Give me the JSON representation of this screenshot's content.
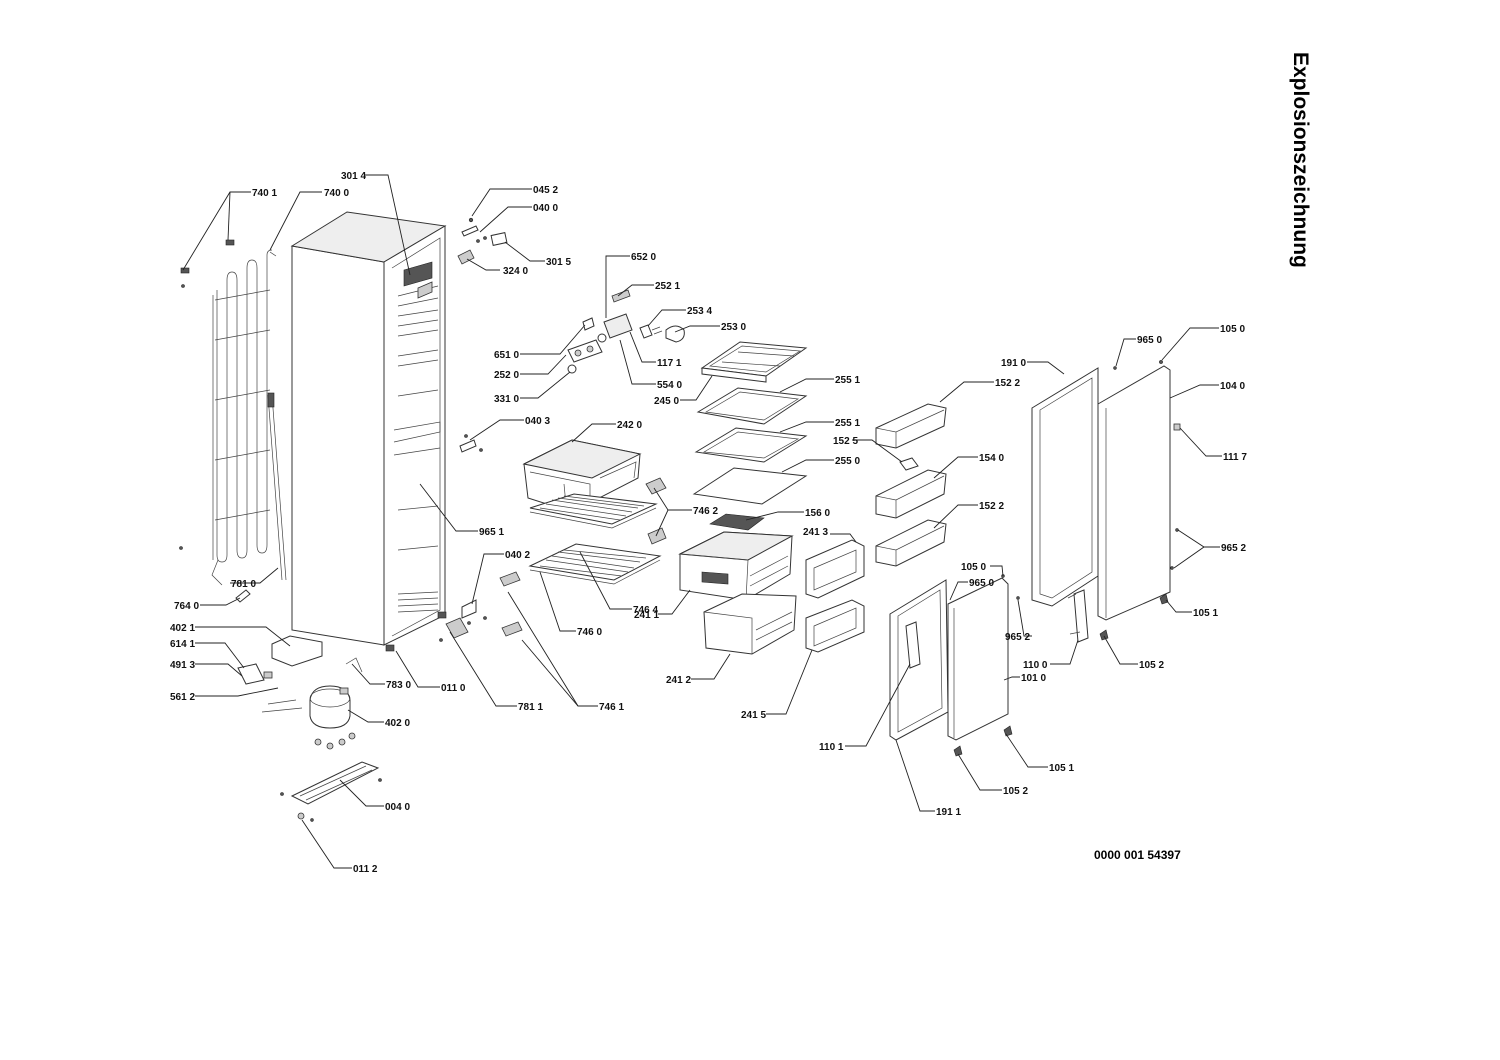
{
  "title": "Explosionszeichnung",
  "document_number": "0000 001 54397",
  "labels": {
    "l7401": "740 1",
    "l7400": "740 0",
    "l3014": "301 4",
    "l0452": "045 2",
    "l0400": "040 0",
    "l3240": "324 0",
    "l3015": "301 5",
    "l6520": "652 0",
    "l2521": "252 1",
    "l2534": "253 4",
    "l2530": "253 0",
    "l6510": "651 0",
    "l1171": "117 1",
    "l2520": "252 0",
    "l5540": "554 0",
    "l3310": "331 0",
    "l2450": "245 0",
    "l2551a": "255 1",
    "l2551b": "255 1",
    "l0403": "040 3",
    "l2420": "242 0",
    "l2550": "255 0",
    "l7462": "746 2",
    "l1560": "156 0",
    "l2413": "241 3",
    "l9651": "965 1",
    "l0402": "040 2",
    "l7464": "746 4",
    "l7460": "746 0",
    "l2411": "241 1",
    "l7810": "781 0",
    "l7640": "764 0",
    "l4021": "402 1",
    "l6141": "614 1",
    "l4913": "491 3",
    "l5612": "561 2",
    "l7830": "783 0",
    "l0110": "011 0",
    "l4020": "402 0",
    "l7811": "781 1",
    "l7461": "746 1",
    "l2412": "241 2",
    "l2415": "241 5",
    "l0040": "004 0",
    "l0112": "011 2",
    "l1522a": "152 2",
    "l1525": "152 5",
    "l1540": "154 0",
    "l1522b": "152 2",
    "l1910": "191 0",
    "l9650a": "965 0",
    "l1050a": "105 0",
    "l1040": "104 0",
    "l1117": "111 7",
    "l9652a": "965 2",
    "l1051a": "105 1",
    "l1052a": "105 2",
    "l1050b": "105 0",
    "l9650b": "965 0",
    "l9652b": "965 2",
    "l1100": "110 0",
    "l1010": "101 0",
    "l1101": "110 1",
    "l1051b": "105 1",
    "l1052b": "105 2",
    "l1911": "191  1"
  }
}
